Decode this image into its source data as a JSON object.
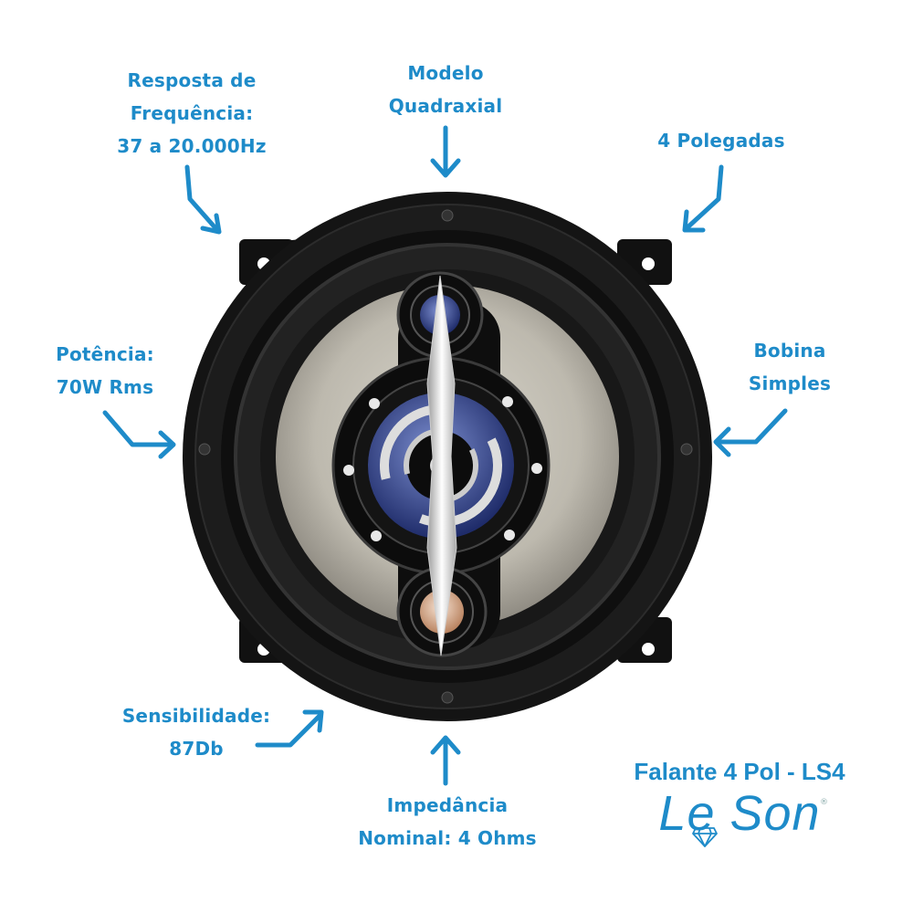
{
  "callouts": {
    "frequency": {
      "line1": "Resposta de",
      "line2": "Frequência:",
      "line3": "37 a 20.000Hz"
    },
    "model": {
      "line1": "Modelo",
      "line2": "Quadraxial"
    },
    "size": {
      "line1": "4 Polegadas"
    },
    "power": {
      "line1": "Potência:",
      "line2": "70W Rms"
    },
    "coil": {
      "line1": "Bobina",
      "line2": "Simples"
    },
    "sensitivity": {
      "line1": "Sensibilidade:",
      "line2": "87Db"
    },
    "impedance": {
      "line1": "Impedância",
      "line2": "Nominal: 4 Ohms"
    }
  },
  "brand": {
    "product_title": "Falante 4 Pol - LS4",
    "logo_text": "Le Son",
    "registered": "®",
    "icon": "diamond-icon"
  },
  "colors": {
    "accent": "#1e8bc9",
    "speaker_frame": "#141414",
    "cone": "#bdb9ae",
    "tweeter_blue": "#3a4f9a"
  }
}
